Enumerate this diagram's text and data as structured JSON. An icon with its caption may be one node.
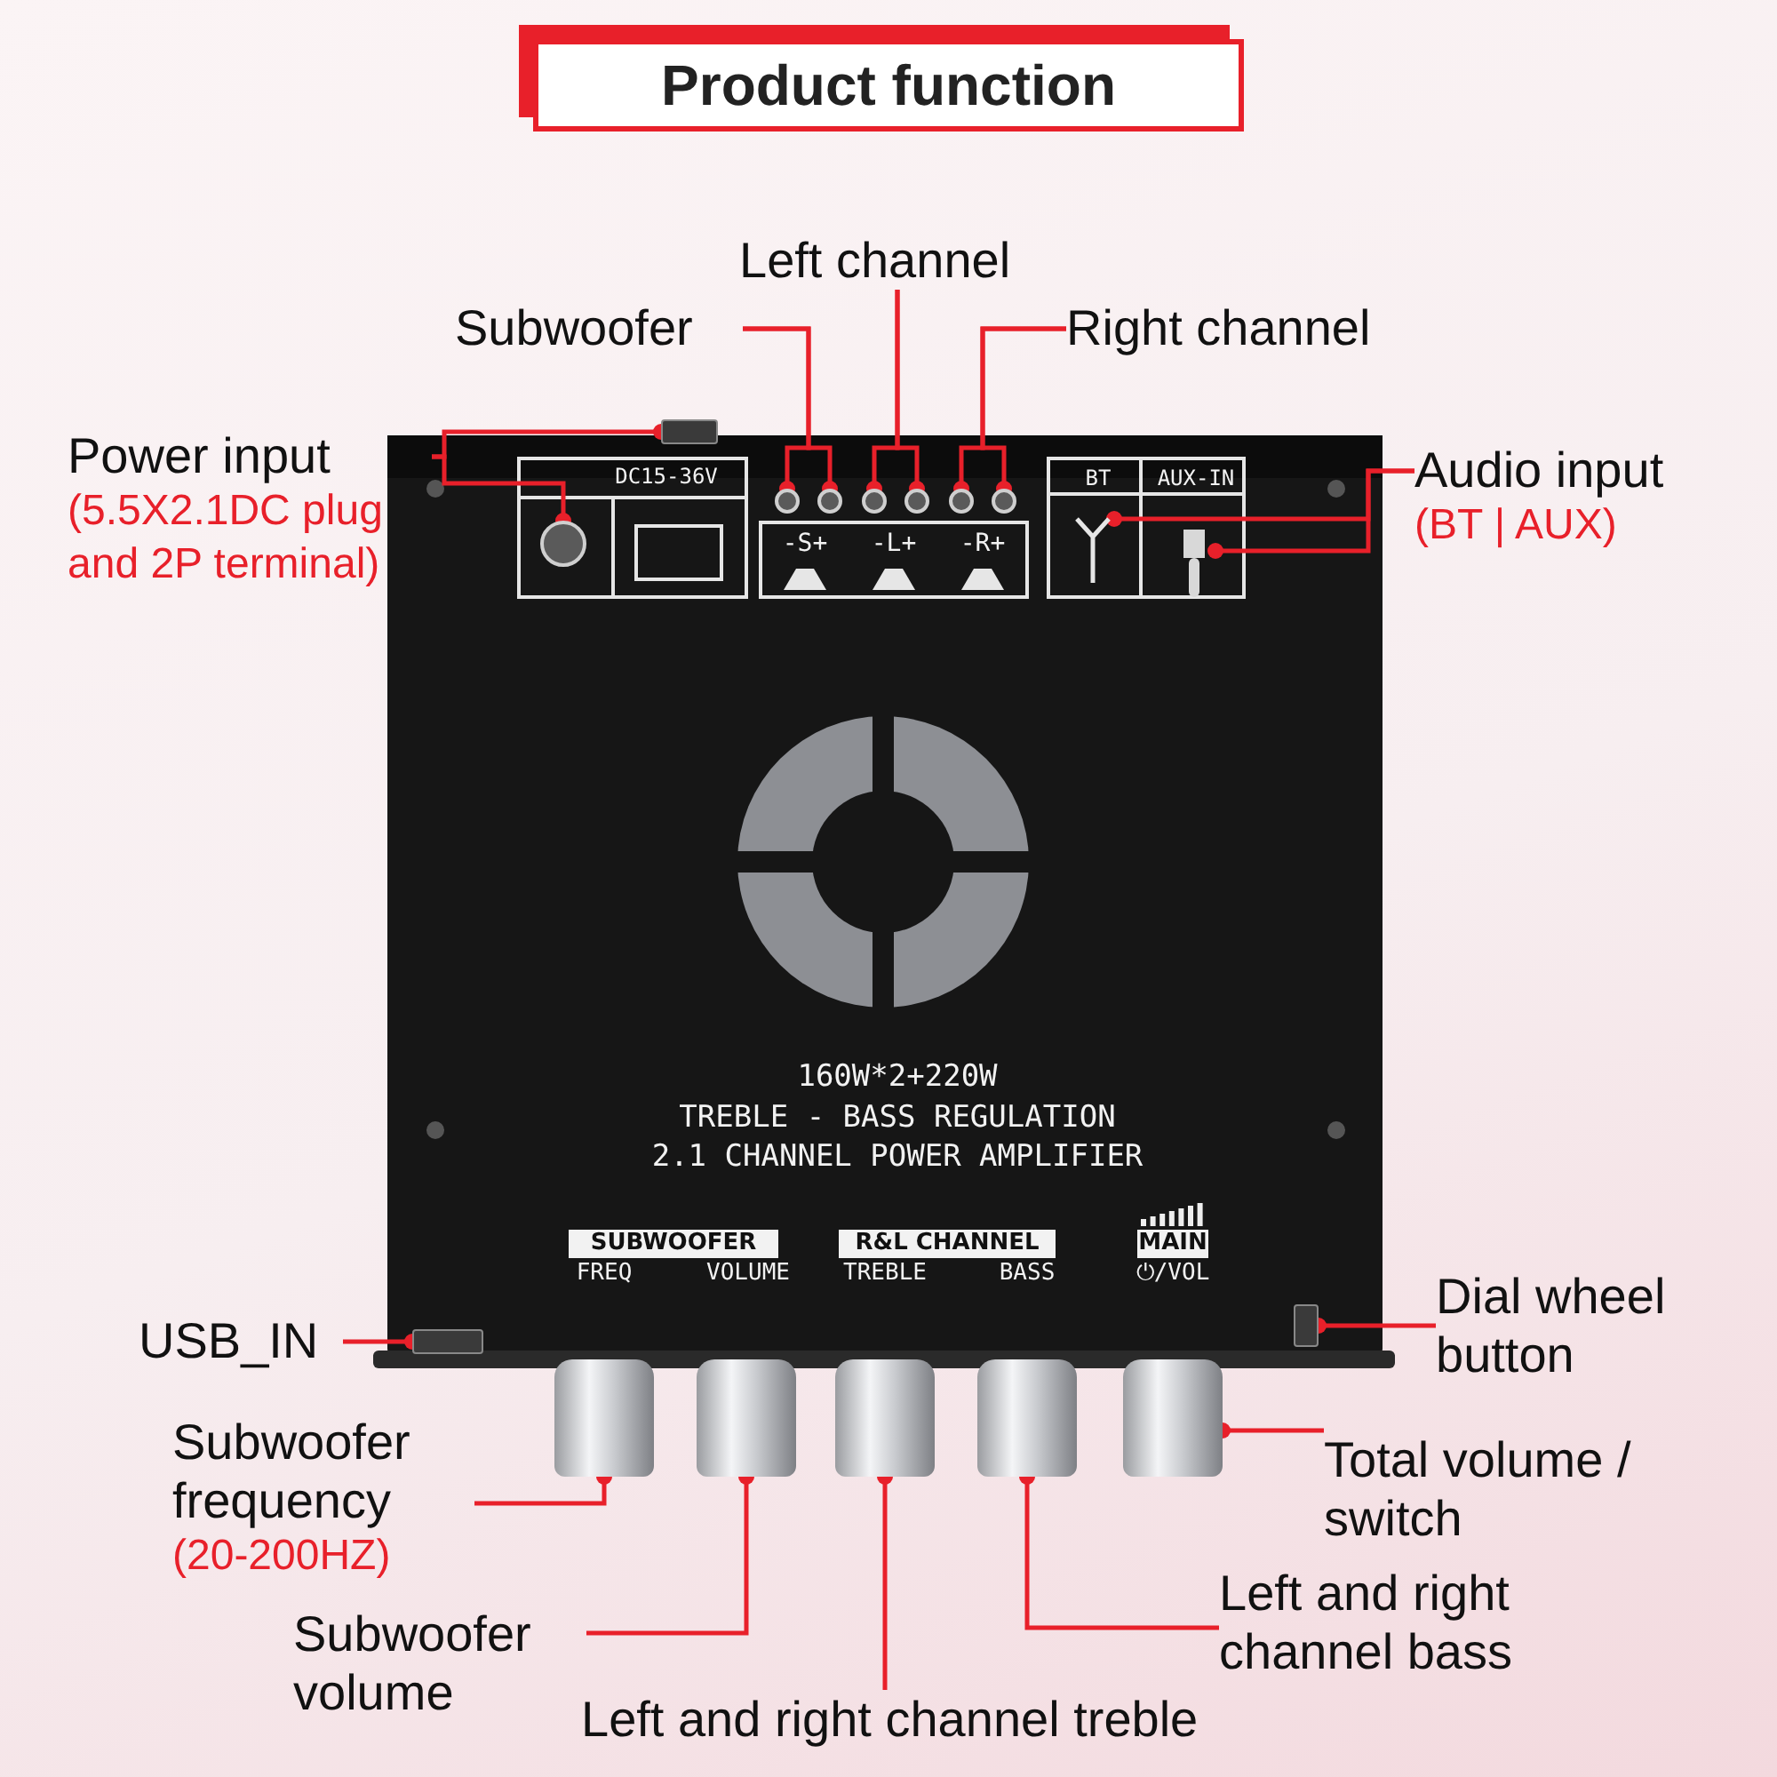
{
  "diagram": {
    "title": "Product function",
    "nodes": [
      {
        "text": [
          "Power input",
          "(5.5X2.1DC plug and 2P terminal)"
        ]
      },
      {
        "text": [
          "Subwoofer"
        ]
      },
      {
        "text": [
          "Left channel"
        ]
      },
      {
        "text": [
          "Right channel"
        ]
      },
      {
        "text": [
          "Audio input",
          "(BT | AUX)"
        ]
      },
      {
        "text": [
          "USB_IN"
        ]
      },
      {
        "text": [
          "Dial wheel button"
        ]
      },
      {
        "text": [
          "Subwoofer frequency",
          "(20-200HZ)"
        ]
      },
      {
        "text": [
          "Subwoofer volume"
        ]
      },
      {
        "text": [
          "Left and right channel treble"
        ]
      },
      {
        "text": [
          "Left and right channel bass"
        ]
      },
      {
        "text": [
          "Total volume / switch"
        ]
      },
      {
        "text": [],
        "shape": "box"
      },
      {
        "text": [],
        "shape": "circle"
      },
      {
        "text": [],
        "shape": "circle"
      },
      {
        "text": [],
        "shape": "circle"
      },
      {
        "text": [],
        "shape": "circle"
      },
      {
        "text": [],
        "shape": "circle"
      },
      {
        "text": [],
        "shape": "circle"
      },
      {
        "text": [],
        "shape": "circle"
      },
      {
        "text": [],
        "shape": "picture"
      },
      {
        "text": [],
        "shape": "picture"
      },
      {
        "text": [],
        "shape": "box"
      },
      {
        "text": [],
        "shape": "box"
      },
      {
        "text": [],
        "shape": "cylinder"
      },
      {
        "text": [],
        "shape": "cylinder"
      },
      {
        "text": [],
        "shape": "cylinder"
      },
      {
        "text": [],
        "shape": "cylinder"
      },
      {
        "text": [],
        "shape": "cylinder"
      }
    ],
    "edges": [
      {
        "from": 0,
        "to": 12,
        "arrow": "other"
      },
      {
        "from": 0,
        "to": 13,
        "arrow": "other"
      },
      {
        "from": 1,
        "to": 14,
        "arrow": "other"
      },
      {
        "from": 1,
        "to": 15,
        "arrow": "other"
      },
      {
        "from": 2,
        "to": 16,
        "arrow": "other"
      },
      {
        "from": 2,
        "to": 17,
        "arrow": "other"
      },
      {
        "from": 3,
        "to": 18,
        "arrow": "other"
      },
      {
        "from": 3,
        "to": 19,
        "arrow": "other"
      },
      {
        "from": 4,
        "to": 20,
        "arrow": "other"
      },
      {
        "from": 4,
        "to": 21,
        "arrow": "other"
      },
      {
        "from": 5,
        "to": 22,
        "arrow": "other"
      },
      {
        "from": 6,
        "to": 23,
        "arrow": "other"
      },
      {
        "from": 7,
        "to": 24,
        "arrow": "other"
      },
      {
        "from": 8,
        "to": 25,
        "arrow": "other"
      },
      {
        "from": 9,
        "to": 26,
        "arrow": "other"
      },
      {
        "from": 10,
        "to": 27,
        "arrow": "other"
      },
      {
        "from": 11,
        "to": 28,
        "arrow": "other"
      }
    ],
    "labels": [
      "DC15-36V",
      "-S+",
      "-L+",
      "-R+",
      "BT",
      "AUX-IN",
      "160W*2+220W",
      "TREBLE - BASS REGULATION",
      "2.1 CHANNEL POWER AMPLIFIER",
      "SUBWOOFER",
      "FREQ",
      "VOLUME",
      "R&L CHANNEL",
      "TREBLE",
      "BASS",
      "MAIN",
      "⏻/VOL"
    ]
  }
}
